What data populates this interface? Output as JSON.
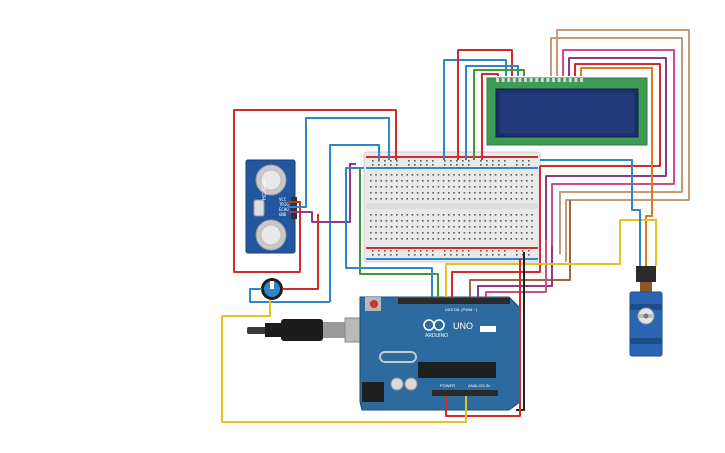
{
  "colors": {
    "wire_red": "#d22b2b",
    "wire_blue": "#2f86c8",
    "wire_purple": "#8e3a8c",
    "wire_brown": "#a0663a",
    "wire_yellow": "#e6c21e",
    "wire_green": "#3b9b3b",
    "wire_black": "#222222",
    "wire_tan": "#c79a78",
    "wire_pink": "#d04a8c",
    "wire_orange": "#e0781e",
    "board_blue": "#2c6aa0",
    "sensor_blue": "#22569e",
    "lcd_green": "#3f9b56",
    "lcd_screen": "#1b2f6b",
    "breadboard": "#e9e9e9",
    "servo_blue": "#2a66b4"
  },
  "components": {
    "ultrasonic_sensor": {
      "label": "HC-SR04",
      "pins": [
        "VCC",
        "TRIG",
        "ECHO",
        "GND"
      ]
    },
    "arduino": {
      "brand_label": "ARDUINO",
      "model_label": "UNO",
      "digital_header_label": "DIGITAL (PWM ~)",
      "power_label": "POWER",
      "analog_label": "ANALOG IN"
    },
    "lcd": {
      "name": "lcd-16x2"
    },
    "servo": {
      "name": "servo-motor"
    },
    "potentiometer": {
      "name": "potentiometer"
    },
    "usb_cable": {
      "name": "usb-cable"
    }
  }
}
